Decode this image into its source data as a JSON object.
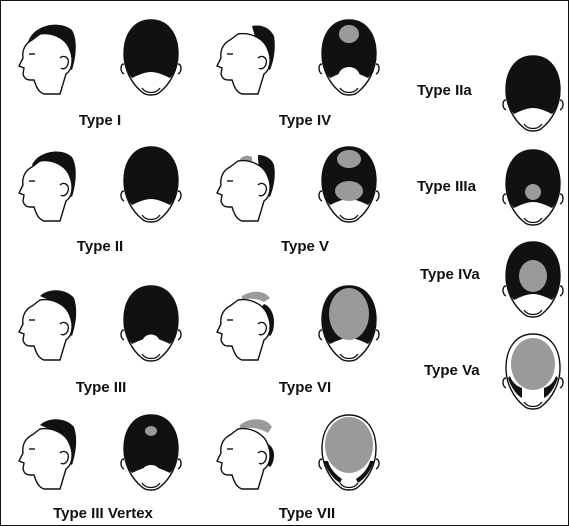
{
  "colors": {
    "ink": "#111111",
    "skin": "#ffffff",
    "thin": "#9a9a9a"
  },
  "items": [
    {
      "label": "Type I",
      "profile": "full",
      "top": "full"
    },
    {
      "label": "Type II",
      "profile": "temple",
      "top": "full"
    },
    {
      "label": "Type III",
      "profile": "recede",
      "top": "frontal"
    },
    {
      "label": "Type III Vertex",
      "profile": "recede",
      "top": "vertex"
    },
    {
      "label": "Type IV",
      "profile": "recede-more",
      "top": "crown"
    },
    {
      "label": "Type V",
      "profile": "band",
      "top": "band"
    },
    {
      "label": "Type VI",
      "profile": "bald-top",
      "top": "bald-open"
    },
    {
      "label": "Type VII",
      "profile": "horseshoe",
      "top": "bald-full"
    },
    {
      "label": "Type IIa",
      "top": "IIa"
    },
    {
      "label": "Type IIIa",
      "top": "IIIa"
    },
    {
      "label": "Type IVa",
      "top": "IVa"
    },
    {
      "label": "Type Va",
      "top": "Va"
    }
  ]
}
